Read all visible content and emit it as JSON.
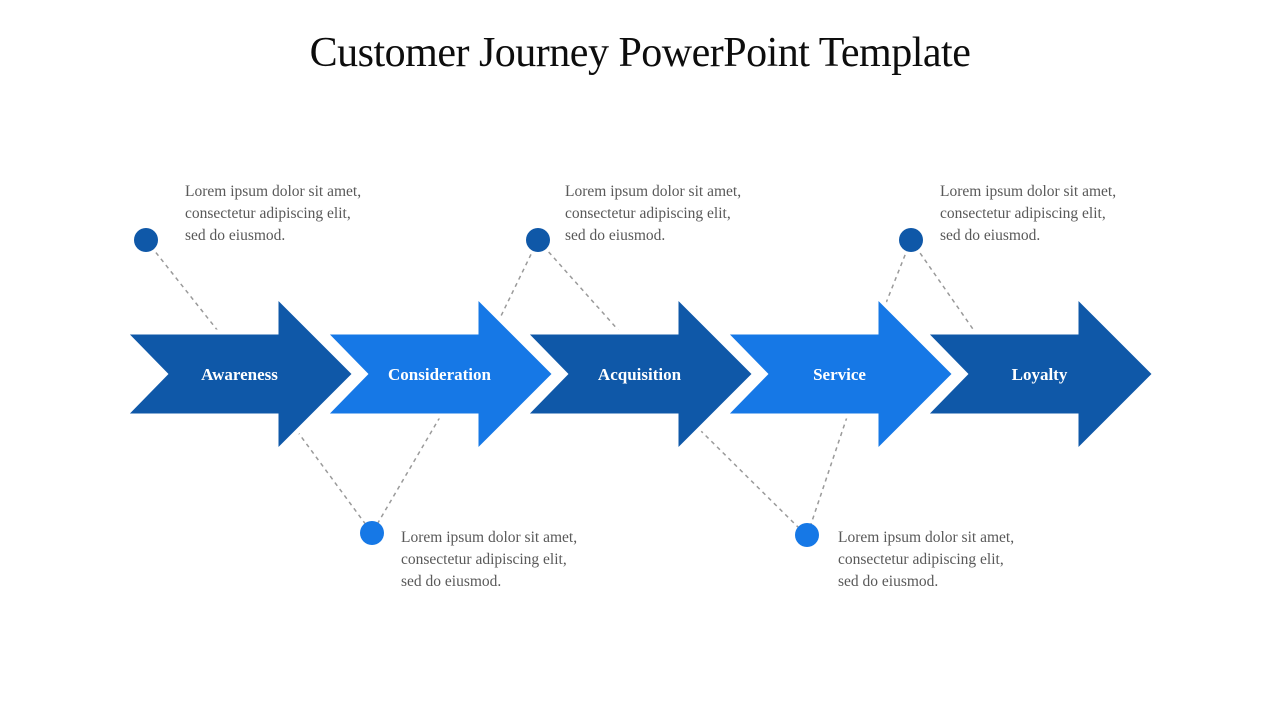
{
  "slide": {
    "title": "Customer Journey PowerPoint Template",
    "background_color": "#ffffff",
    "title_color": "#0d0d0d"
  },
  "journey": {
    "type": "chevron-arrow-process",
    "label_color": "#ffffff",
    "gap_stroke_color": "#ffffff",
    "stages": [
      {
        "label": "Awareness",
        "color": "#0F58A8"
      },
      {
        "label": "Consideration",
        "color": "#1678E6"
      },
      {
        "label": "Acquisition",
        "color": "#0F58A8"
      },
      {
        "label": "Service",
        "color": "#1678E6"
      },
      {
        "label": "Loyalty",
        "color": "#0F58A8"
      }
    ]
  },
  "connector": {
    "color": "#9a9a9a",
    "style": "dashed"
  },
  "notes": [
    {
      "id": "note-top-1",
      "marker_color": "#0F58A8",
      "lines": [
        "Lorem ipsum dolor sit amet,",
        "consectetur adipiscing elit,",
        "sed do eiusmod."
      ]
    },
    {
      "id": "note-top-2",
      "marker_color": "#0F58A8",
      "lines": [
        "Lorem ipsum dolor sit amet,",
        "consectetur adipiscing elit,",
        "sed do eiusmod."
      ]
    },
    {
      "id": "note-top-3",
      "marker_color": "#0F58A8",
      "lines": [
        "Lorem ipsum dolor sit amet,",
        "consectetur adipiscing elit,",
        "sed do eiusmod."
      ]
    },
    {
      "id": "note-bottom-1",
      "marker_color": "#1678E6",
      "lines": [
        "Lorem ipsum dolor sit amet,",
        "consectetur adipiscing elit,",
        "sed do eiusmod."
      ]
    },
    {
      "id": "note-bottom-2",
      "marker_color": "#1678E6",
      "lines": [
        "Lorem ipsum dolor sit amet,",
        "consectetur adipiscing elit,",
        "sed do eiusmod."
      ]
    }
  ]
}
